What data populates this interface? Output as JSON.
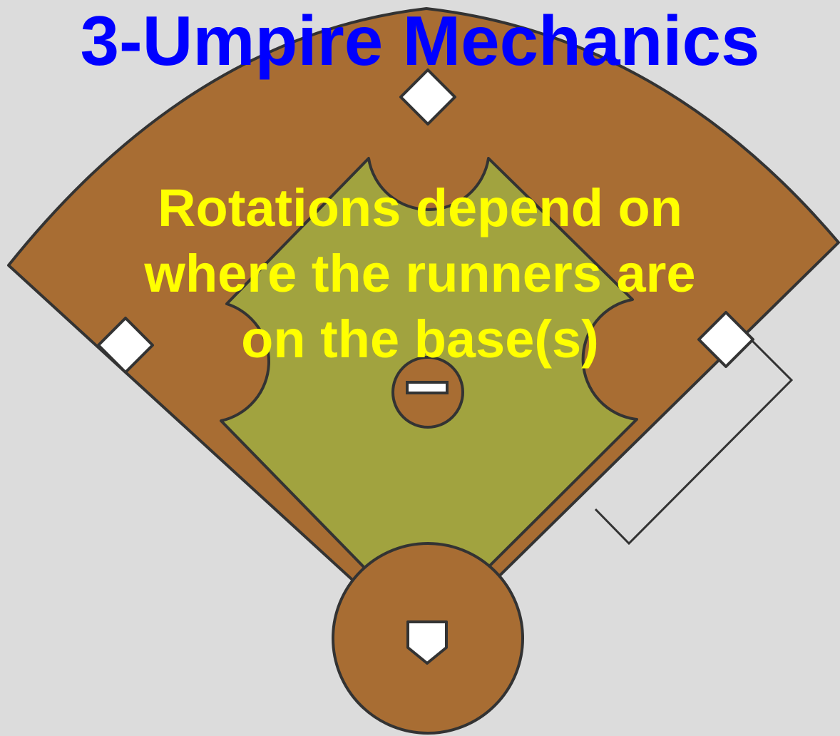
{
  "slide": {
    "title": "3-Umpire Mechanics",
    "subtitle_lines": [
      "Rotations depend on",
      "where the runners are",
      "on the base(s)"
    ]
  },
  "colors": {
    "background": "#dcdcdc",
    "dirt": "#a86d33",
    "grass": "#a1a33f",
    "outline": "#333333",
    "base": "#ffffff",
    "title": "#0000ff",
    "subtitle": "#ffff00"
  }
}
